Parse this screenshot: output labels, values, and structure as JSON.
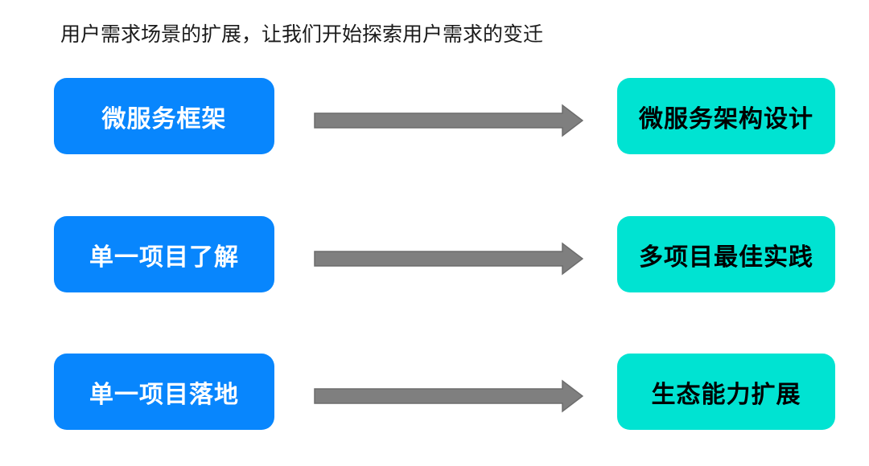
{
  "title": "用户需求场景的扩展，让我们开始探索用户需求的变迁",
  "colors": {
    "page_bg": "#ffffff",
    "title_text": "#1a1a1a",
    "left_box_bg": "#0886fd",
    "left_box_text": "#ffffff",
    "right_box_bg": "#00e3d2",
    "right_box_text": "#000000",
    "arrow_fill": "#7f7f7f",
    "arrow_stroke": "#6d6d6d"
  },
  "rows": [
    {
      "left": "微服务框架",
      "right": "微服务架构设计"
    },
    {
      "left": "单一项目了解",
      "right": "多项目最佳实践"
    },
    {
      "left": "单一项目落地",
      "right": "生态能力扩展"
    }
  ],
  "icons": {
    "arrow": "right-block-arrow"
  }
}
